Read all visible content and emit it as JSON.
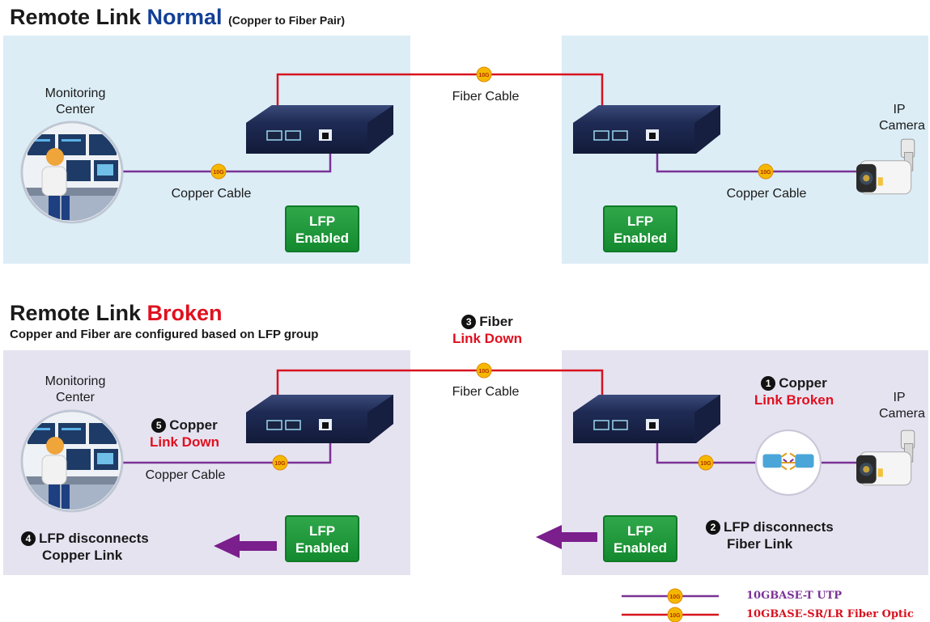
{
  "normal": {
    "title_prefix": "Remote Link ",
    "title_status": "Normal",
    "title_note": "(Copper to Fiber Pair)",
    "monitoring_center": [
      "Monitoring",
      "Center"
    ],
    "ip_camera": [
      "IP",
      "Camera"
    ],
    "fiber_cable": "Fiber Cable",
    "copper_cable_left": "Copper Cable",
    "copper_cable_right": "Copper Cable",
    "lfp_left": [
      "LFP",
      "Enabled"
    ],
    "lfp_right": [
      "LFP",
      "Enabled"
    ]
  },
  "broken": {
    "title_prefix": "Remote Link ",
    "title_status": "Broken",
    "subtitle": "Copper and Fiber are configured based on LFP group",
    "monitoring_center": [
      "Monitoring",
      "Center"
    ],
    "ip_camera": [
      "IP",
      "Camera"
    ],
    "fiber_cable": "Fiber Cable",
    "copper_cable": "Copper Cable",
    "lfp_left": [
      "LFP",
      "Enabled"
    ],
    "lfp_right": [
      "LFP",
      "Enabled"
    ],
    "steps": [
      {
        "number": "1",
        "label": "Copper",
        "status": "Link Broken"
      },
      {
        "number": "2",
        "label": "LFP disconnects",
        "status": "Fiber Link"
      },
      {
        "number": "3",
        "label": "Fiber",
        "status": "Link Down"
      },
      {
        "number": "4",
        "label": "LFP disconnects",
        "status": "Copper Link"
      },
      {
        "number": "5",
        "label": "Copper",
        "status": "Link Down"
      }
    ]
  },
  "badge_text": "10G",
  "legend": [
    {
      "label": "10GBASE-T UTP",
      "color": "#7a3296"
    },
    {
      "label": "10GBASE-SR/LR Fiber Optic",
      "color": "#d7131e"
    }
  ],
  "colors": {
    "normal_panel": "#dcedf6",
    "broken_panel": "#e6e3f1",
    "normal_accent": "#123f97",
    "broken_accent": "#e0101e",
    "copper": "#7a3296",
    "fiber": "#d7131e",
    "arrow": "#7a1f8c"
  }
}
